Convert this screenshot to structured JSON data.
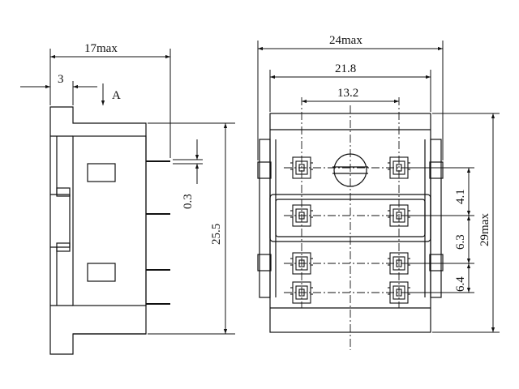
{
  "side_view": {
    "dim_width_max": "17max",
    "dim_offset": "3",
    "view_marker": "A",
    "dim_pin_thickness": "0.3",
    "dim_height": "25.5"
  },
  "front_view": {
    "dim_width_max": "24max",
    "dim_width_pins": "21.8",
    "dim_pin_span": "13.2",
    "dim_row_1": "4.1",
    "dim_row_2": "6.3",
    "dim_row_3": "6.4",
    "dim_height_max": "29max"
  },
  "colors": {
    "line": "#111111",
    "background": "#ffffff"
  }
}
